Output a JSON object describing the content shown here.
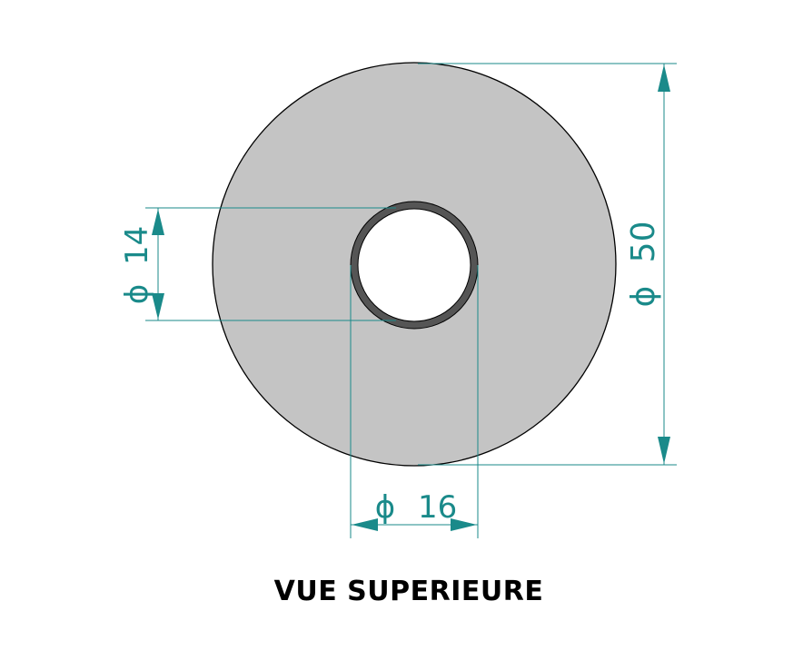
{
  "view_title": "VUE SUPERIEURE",
  "colors": {
    "dimension": "#1a8a8a",
    "washer_fill": "#c4c4c4",
    "tube_fill": "#555555",
    "outline": "#000000",
    "background": "#ffffff"
  },
  "dimensions": {
    "outer_diameter": {
      "symbol": "ϕ",
      "value": "50"
    },
    "inner_bore": {
      "symbol": "ϕ",
      "value": "14"
    },
    "tube_outer": {
      "symbol": "ϕ",
      "value": "16"
    }
  }
}
